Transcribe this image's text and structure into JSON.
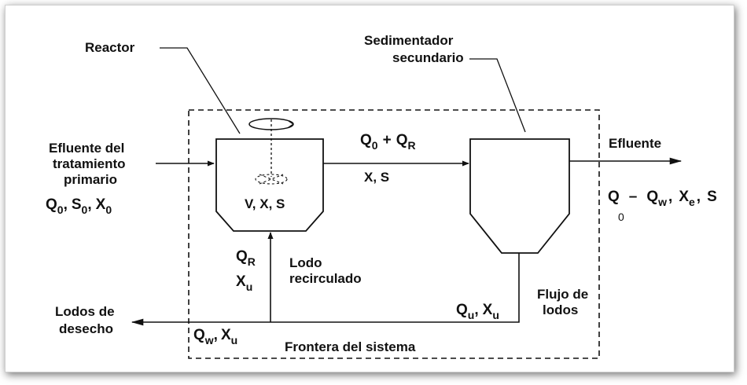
{
  "labels": {
    "reactor": "Reactor",
    "sed_line1": "Sedimentador",
    "sed_line2": "secundario",
    "influent_line1": "Efluente del",
    "influent_line2": "tratamiento",
    "influent_line3": "primario",
    "reactor_contents": "V, X, S",
    "effluent": "Efluente",
    "lodo_line1": "Lodo",
    "lodo_line2": "recirculado",
    "flujo_line1": "Flujo de",
    "flujo_line2": "lodos",
    "waste_line1": "Lodos de",
    "waste_line2": "desecho",
    "boundary": "Frontera del sistema"
  },
  "symbols": {
    "Q": "Q",
    "S": "S",
    "X": "X",
    "V": "V",
    "sub0": "0",
    "subR": "R",
    "subu": "u",
    "subw": "w",
    "sube": "e",
    "plus": "+",
    "minus": "–",
    "comma": ",",
    "X_S": "X, S"
  }
}
